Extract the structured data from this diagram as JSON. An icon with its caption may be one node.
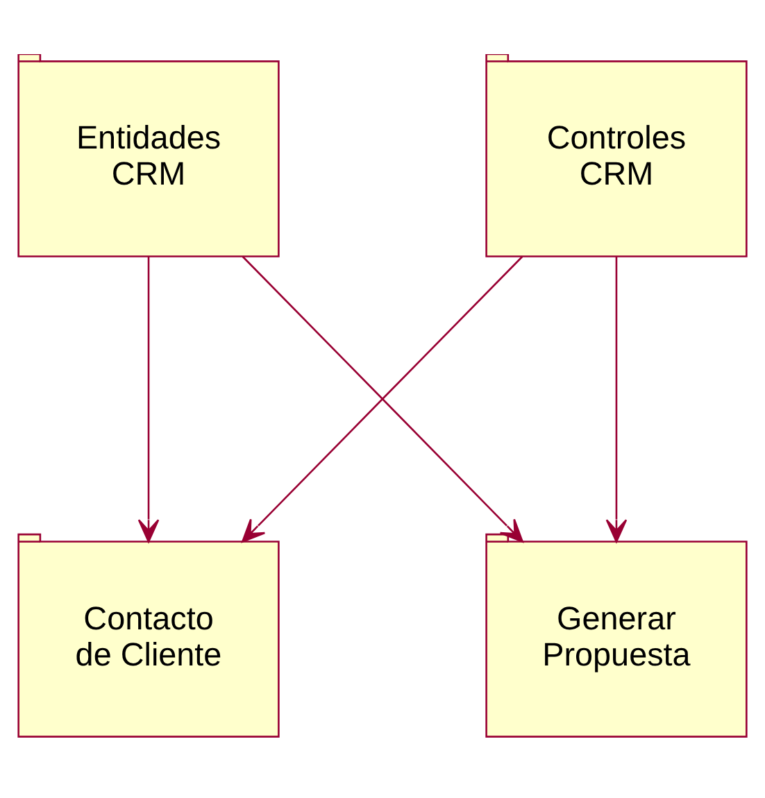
{
  "diagram": {
    "nodes": [
      {
        "text": [
          "Entidades CRM"
        ]
      },
      {
        "text": [
          "Controles CRM"
        ]
      },
      {
        "text": [
          "Contacto de Cliente"
        ]
      },
      {
        "text": [
          "Generar Propuesta"
        ]
      }
    ],
    "edges": [
      {
        "from": 0,
        "to": 2,
        "arrow": "to"
      },
      {
        "from": 0,
        "to": 3,
        "arrow": "to"
      },
      {
        "from": 1,
        "to": 2,
        "arrow": "to"
      },
      {
        "from": 1,
        "to": 3,
        "arrow": "to"
      }
    ]
  }
}
